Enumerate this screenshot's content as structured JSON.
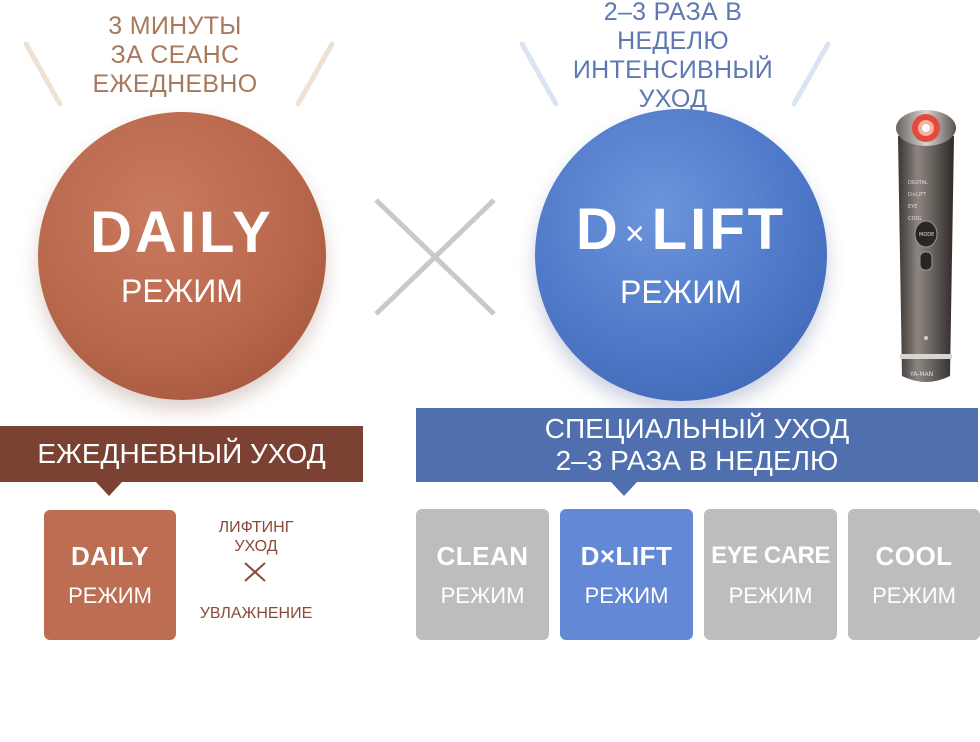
{
  "daily_panel": {
    "caption": "3 МИНУТЫ\nЗА СЕАНС\nЕЖЕДНЕВНО",
    "circle_title": "DAILY",
    "circle_sub": "РЕЖИМ",
    "banner": "ЕЖЕДНЕВНЫЙ УХОД",
    "tile_title": "DAILY",
    "tile_sub": "РЕЖИМ",
    "combo_top": "ЛИФТИНГ\nУХОД",
    "combo_bottom": "УВЛАЖНЕНИЕ",
    "color_circle": "#b8674b",
    "color_banner": "#7b4233"
  },
  "dlift_panel": {
    "caption": "2–3 РАЗА В\nНЕДЕЛЮ\nИНТЕНСИВНЫЙ\nУХОД",
    "circle_title_a": "D",
    "circle_title_x": "×",
    "circle_title_b": "LIFT",
    "circle_sub": "РЕЖИМ",
    "banner_line1": "СПЕЦИАЛЬНЫЙ УХОД",
    "banner_line2": "2–3 РАЗА В НЕДЕЛЮ",
    "color_circle": "#4e78c8",
    "color_banner": "#4f6fae"
  },
  "modes": [
    {
      "title": "CLEAN",
      "sub": "РЕЖИМ"
    },
    {
      "title": "D×LIFT",
      "sub": "РЕЖИМ"
    },
    {
      "title": "EYE CARE",
      "sub": "РЕЖИМ"
    },
    {
      "title": "COOL",
      "sub": "РЕЖИМ"
    }
  ],
  "device": {
    "brand": "YA-MAN",
    "mode_labels": [
      "DIGITAL",
      "D×LIFT",
      "EYE",
      "COOL"
    ],
    "button_label": "MODE"
  },
  "icons": {
    "big_cross": "cross-icon",
    "small_cross": "cross-icon"
  }
}
